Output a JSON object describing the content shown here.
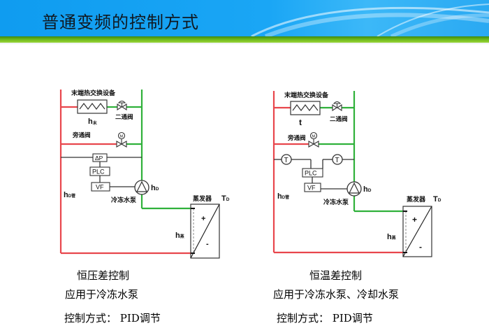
{
  "slide": {
    "title": "普通变频的控制方式"
  },
  "colors": {
    "header_blue": "#1aa6f5",
    "header_green": "#6ab61a",
    "supply_line": "#e8464c",
    "return_line": "#2fb13a",
    "control_line": "#222222"
  },
  "diagrams": [
    {
      "id": "constant-pressure",
      "labels": {
        "terminal_equipment": "末端热交换设备",
        "load_symbol_main": "h",
        "load_symbol_sub": "末",
        "two_way_valve": "二通阀",
        "bypass_valve": "旁通阀",
        "motor_glyph": "M",
        "sensor": "ΔP",
        "plc": "PLC",
        "vf": "VF",
        "pump_head_main": "h",
        "pump_head_sub": "D",
        "pipe_head_main": "h",
        "pipe_head_sub": "D管",
        "pump": "冷冻水泵",
        "evaporator": "蒸发器",
        "evap_temp_main": "T",
        "evap_temp_sub": "D",
        "evap_head_main": "h",
        "evap_head_sub": "蒸",
        "plus": "+",
        "minus": "-"
      },
      "caption": {
        "name": "恒压差控制",
        "application": "应用于冷冻水泵",
        "method": "控制方式：  PID调节"
      }
    },
    {
      "id": "constant-temperature",
      "labels": {
        "terminal_equipment": "末端热交换设备",
        "load_symbol_main": "t",
        "two_way_valve": "二通阀",
        "bypass_valve": "旁通阀",
        "motor_glyph": "M",
        "sensor_supply": "T",
        "sensor_return": "T",
        "plc": "PLC",
        "vf": "VF",
        "pump_head_main": "h",
        "pump_head_sub": "D",
        "pipe_head_main": "h",
        "pipe_head_sub": "D管",
        "pump": "冷冻水泵",
        "evaporator": "蒸发器",
        "evap_temp_main": "T",
        "evap_temp_sub": "D",
        "evap_head_main": "h",
        "evap_head_sub": "蒸",
        "plus": "+",
        "minus": "-"
      },
      "caption": {
        "name": "恒温差控制",
        "application": "应用于冷冻水泵、冷却水泵",
        "method": "控制方式：  PID调节"
      }
    }
  ]
}
